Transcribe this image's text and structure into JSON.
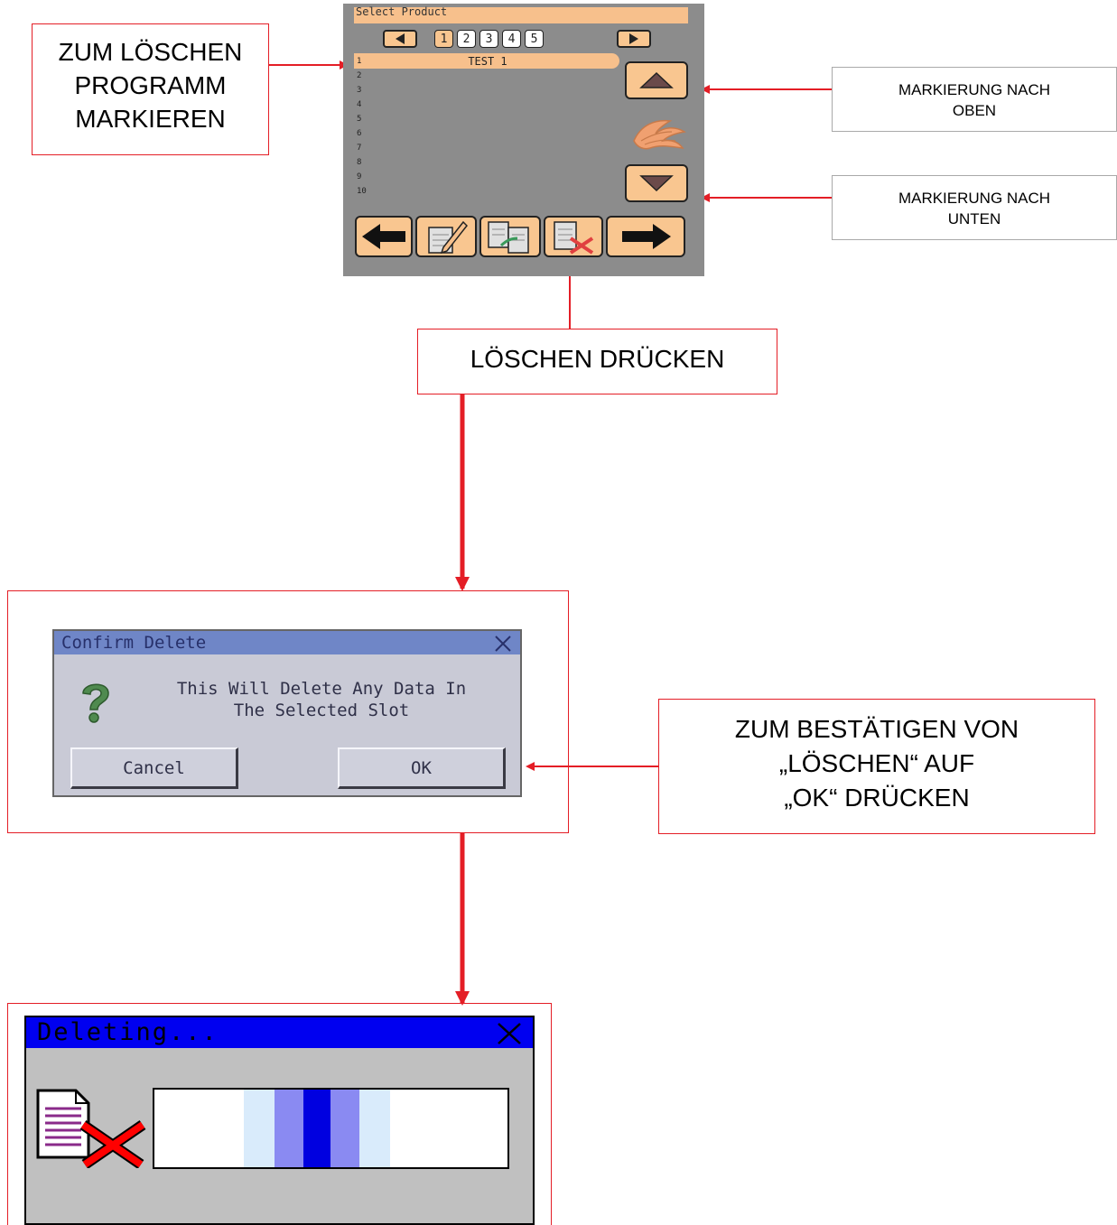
{
  "annotations": {
    "mark_program": "ZUM LÖSCHEN\nPROGRAMM\nMARKIEREN",
    "mark_up": "MARKIERUNG NACH\nOBEN",
    "mark_down": "MARKIERUNG NACH\nUNTEN",
    "press_delete": "LÖSCHEN DRÜCKEN",
    "confirm_ok": "ZUM BESTÄTIGEN VON\n„LÖSCHEN“ AUF\n„OK“ DRÜCKEN"
  },
  "select_screen": {
    "title": "Select Product",
    "pages": [
      "1",
      "2",
      "3",
      "4",
      "5"
    ],
    "active_page": "1",
    "rows": [
      "1",
      "2",
      "3",
      "4",
      "5",
      "6",
      "7",
      "8",
      "9",
      "10"
    ],
    "selected_row_name": "TEST 1",
    "icons": [
      "arrow-left-icon",
      "edit-icon",
      "copy-icon",
      "delete-icon",
      "arrow-right-icon",
      "arrow-up-icon",
      "arrow-down-icon",
      "product-icon"
    ]
  },
  "confirm_dialog": {
    "title": "Confirm Delete",
    "message_line1": "This Will Delete Any Data In",
    "message_line2": "The Selected Slot",
    "cancel_label": "Cancel",
    "ok_label": "OK"
  },
  "deleting_dialog": {
    "title": "Deleting..."
  },
  "colors": {
    "accent_orange": "#f9c690",
    "annotation_red": "#e41e26",
    "dialog_title_blue": "#6f86c7",
    "deleting_title_blue": "#0000f0"
  }
}
